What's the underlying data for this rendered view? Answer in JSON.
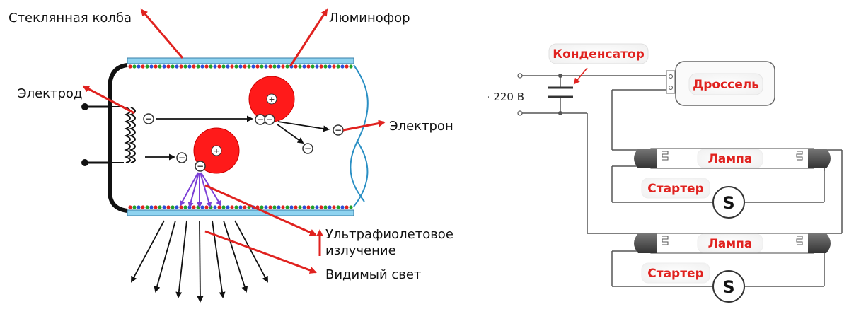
{
  "lamp_diagram": {
    "labels": {
      "glass_bulb": "Стеклянная колба",
      "phosphor": "Люминофор",
      "electrode": "Электрод",
      "electron": "Электрон",
      "ultraviolet_line1": "Ультрафиолетовое",
      "ultraviolet_line2": "излучение",
      "visible_light": "Видимый свет"
    },
    "electron_sign": "−",
    "nucleus_sign": "+",
    "colors": {
      "arrow": "#e0221f",
      "glass": "#8fd3f0",
      "glass_border": "#3a7fa8",
      "nucleus": "#ff1a1a",
      "uv": "#7b3fd6"
    }
  },
  "circuit_diagram": {
    "labels": {
      "capacitor": "Конденсатор",
      "voltage": "~ 220 В",
      "choke": "Дроссель",
      "lamp_1": "Лампа",
      "starter_1": "Стартер",
      "lamp_2": "Лампа",
      "starter_2": "Стартер",
      "starter_symbol_1": "S",
      "starter_symbol_2": "S"
    },
    "colors": {
      "label": "#e0221f",
      "wire": "#555555",
      "lamp_cap": "#4a4a4a"
    }
  }
}
